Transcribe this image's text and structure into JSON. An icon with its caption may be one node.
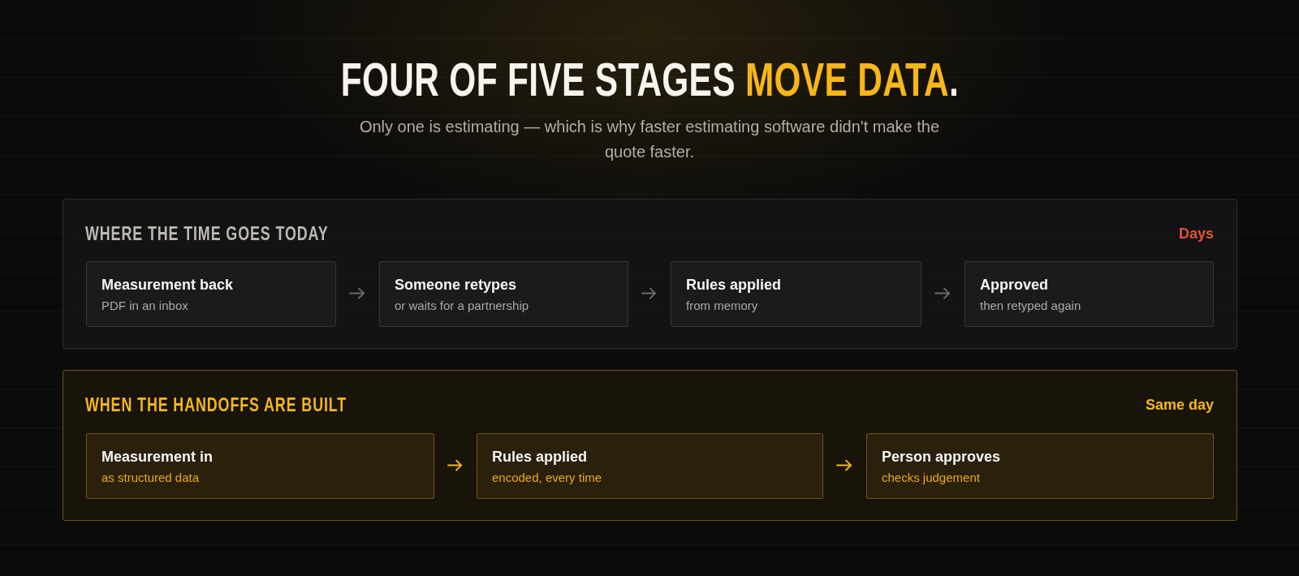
{
  "diagram": {
    "title": "FOUR OF FIVE STAGES **MOVE DATA**.",
    "nodes": [
      {
        "text": [
          "WHERE THE TIME GOES TODAY",
          "Days"
        ]
      },
      {
        "text": [
          "Measurement back",
          "PDF in an inbox"
        ],
        "in": 0
      },
      {
        "text": [
          "Someone retypes",
          "or waits for a partnership"
        ],
        "in": 0
      },
      {
        "text": [
          "Rules applied",
          "from memory"
        ],
        "in": 0
      },
      {
        "text": [
          "Approved",
          "then retyped again"
        ],
        "in": 0
      },
      {
        "text": [
          "WHEN THE HANDOFFS ARE BUILT",
          "Same day"
        ]
      },
      {
        "text": [
          "Measurement in",
          "as structured data"
        ],
        "in": 5
      },
      {
        "text": [
          "Rules applied",
          "encoded, every time"
        ],
        "in": 5
      },
      {
        "text": [
          "Person approves",
          "checks judgement"
        ],
        "in": 5
      }
    ],
    "edges": [
      {
        "from": 1,
        "to": 2,
        "arrow": "to"
      },
      {
        "from": 2,
        "to": 3,
        "arrow": "to"
      },
      {
        "from": 3,
        "to": 4,
        "arrow": "to"
      },
      {
        "from": 6,
        "to": 7,
        "arrow": "to",
        "color": "#f5b719"
      },
      {
        "from": 7,
        "to": 8,
        "arrow": "to",
        "color": "#f5b719"
      }
    ],
    "labels": [
      "Only one is estimating — which is why faster estimating software didn't make the quote faster."
    ]
  }
}
